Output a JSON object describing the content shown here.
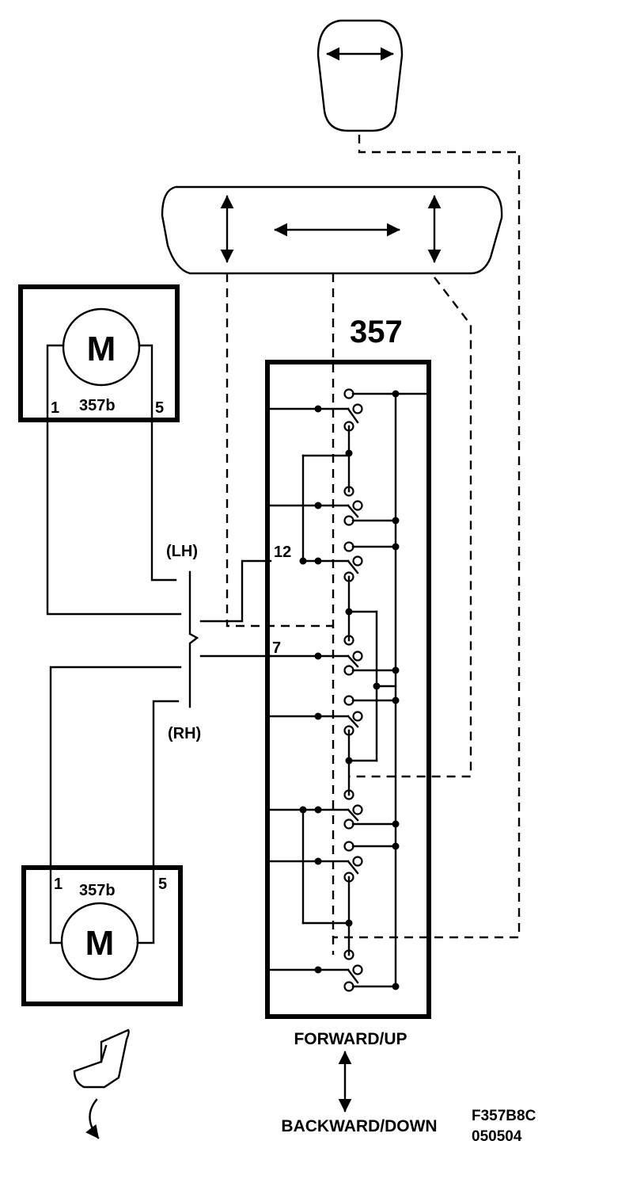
{
  "switch_block": {
    "id_label": "357",
    "pin_12": "12",
    "pin_7": "7"
  },
  "motor_top": {
    "symbol": "M",
    "ref": "357b",
    "pin_left": "1",
    "pin_right": "5"
  },
  "motor_bottom": {
    "symbol": "M",
    "ref": "357b",
    "pin_left": "1",
    "pin_right": "5"
  },
  "side_lh": "(LH)",
  "side_rh": "(RH)",
  "direction_forward": "FORWARD/UP",
  "direction_backward": "BACKWARD/DOWN",
  "figure_code": "F357B8C",
  "figure_date": "050504",
  "icons": [
    "selector-knob-icon",
    "switch-paddle-icon",
    "seat-icon",
    "rotation-arrow-icon",
    "double-arrow-icon"
  ]
}
